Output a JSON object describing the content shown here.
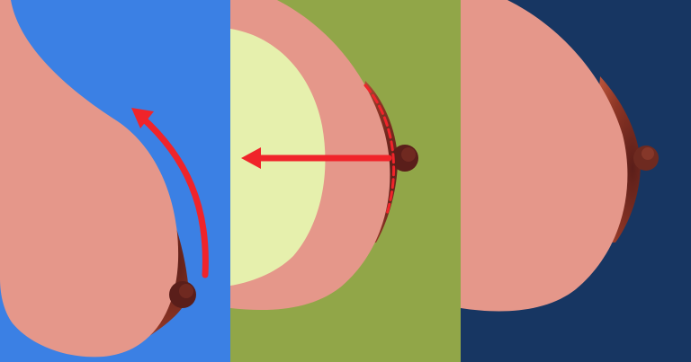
{
  "panels": [
    {
      "id": "panel-1",
      "background": "#3b80e4",
      "skin": "#e5978a",
      "areola_outer": "#b54b33",
      "areola_inner": "#7a2a1f",
      "nipple": "#5a1e1a",
      "arrow_color": "#f0242a",
      "arrow_direction": "upward-curved"
    },
    {
      "id": "panel-2",
      "background": "#91a648",
      "skin": "#e5978a",
      "implant": "#e6f0ad",
      "areola_outer": "#b54b33",
      "nipple": "#5a1e1a",
      "arrow_color": "#f0242a",
      "arrow_direction": "left"
    },
    {
      "id": "panel-3",
      "background": "#173662",
      "skin": "#e5978a",
      "areola_outer": "#b54b33",
      "nipple": "#6e2a20"
    }
  ]
}
